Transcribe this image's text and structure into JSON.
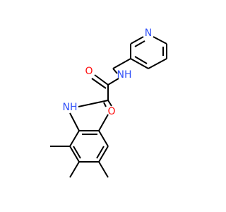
{
  "molecule": {
    "atoms": {
      "pyridine_n": {
        "label": "N",
        "color": "#3050f8"
      },
      "amide_nh_top": {
        "label": "NH",
        "color": "#3050f8"
      },
      "amide_nh_left": {
        "label": "NH",
        "color": "#3050f8"
      },
      "carbonyl_o_left": {
        "label": "O",
        "color": "#ff0d0d"
      },
      "carbonyl_o_right": {
        "label": "O",
        "color": "#ff0d0d"
      }
    },
    "colors": {
      "bond": "#000000",
      "background": "#ffffff"
    }
  }
}
